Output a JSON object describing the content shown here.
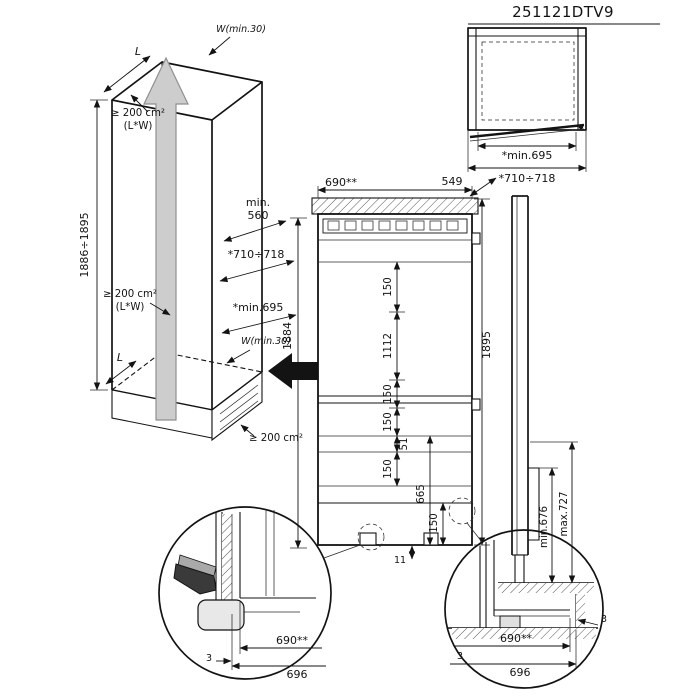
{
  "model": "251121DTV9",
  "top_view": {
    "min695": "*min.695",
    "width_range": "*710÷718"
  },
  "niche": {
    "w_min30_top": "W(min.30)",
    "l_top": "L",
    "vent_area_top_line1": "≥ 200 cm²",
    "vent_area_top_line2": "(L*W)",
    "height_range": "1886÷1895",
    "depth_min_label": "min.",
    "depth_min_value": "560",
    "width_range": "*710÷718",
    "vent_area_mid_line1": "≥ 200 cm²",
    "vent_area_mid_line2": "(L*W)",
    "depth_min695": "*min.695",
    "w_min30_mid": "W(min.30)",
    "l_bottom": "L",
    "inner_height": "1884",
    "vent_area_bottom": "≥ 200 cm²"
  },
  "front": {
    "width": "690**",
    "depth": "549",
    "height": "1895",
    "dim_150_a": "150",
    "dim_1112": "1112",
    "dim_150_b": "150",
    "dim_150_c": "150",
    "dim_51": "51",
    "dim_150_d": "150",
    "dim_665": "665",
    "dim_150_e": "150",
    "dim_11": "11"
  },
  "side": {
    "min_clearance": "min.676",
    "max_clearance": "max.727"
  },
  "detail_left": {
    "width": "690**",
    "gap": "3",
    "total_width": "696"
  },
  "detail_right": {
    "gap_right": "3",
    "width": "690**",
    "total_width": "696",
    "gap_left": "3"
  }
}
